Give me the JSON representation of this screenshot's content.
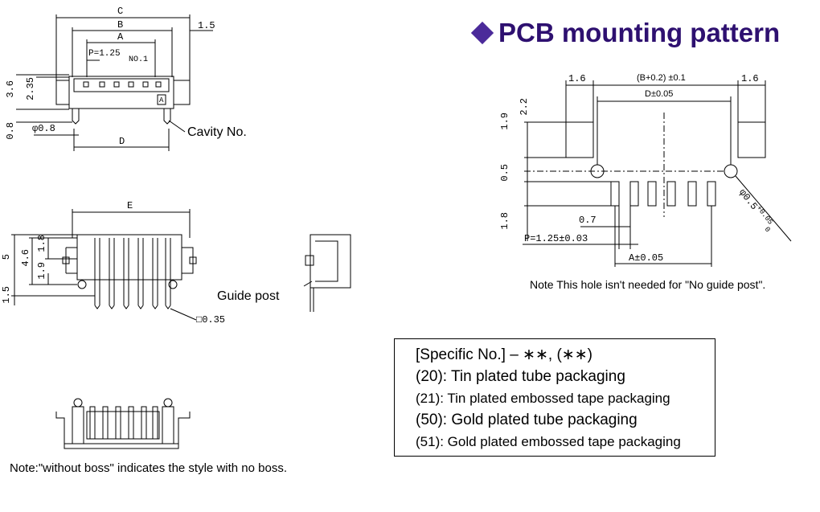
{
  "heading": {
    "text": "PCB mounting pattern",
    "color": "#2e1070",
    "bullet": "diamond-icon"
  },
  "front_view": {
    "labels": {
      "C": "C",
      "B": "B",
      "A": "A",
      "D": "D",
      "pitch": "P=1.25",
      "no1": "NO.1",
      "cavity_mark": "A",
      "d1_5": "1.5",
      "d3_6": "3.6",
      "d2_35": "2.35",
      "d0_8": "0.8",
      "phi0_8": "φ0.8"
    },
    "cavity_callout": "Cavity No."
  },
  "side_view": {
    "labels": {
      "E": "E",
      "d5": "5",
      "d4_6": "4.6",
      "d1_8": "1.8",
      "d1_9": "1.9",
      "d1_5": "1.5",
      "pin": "□0.35"
    },
    "guide_post": "Guide post"
  },
  "pcb_pattern": {
    "labels": {
      "pad_left": "1.6",
      "pad_right": "1.6",
      "b_plus": "(B+0.2) ±0.1",
      "d_tol": "D±0.05",
      "d1_9": "1.9",
      "d2_2": "2.2",
      "d0_5": "0.5",
      "d1_8": "1.8",
      "d0_7": "0.7",
      "pitch": "P=1.25±0.03",
      "a_tol": "A±0.05",
      "hole": "φ0.5",
      "hole_tol": "+0.05",
      "hole_tol2": "0"
    },
    "note": "Note This hole isn't needed for \"No guide post\"."
  },
  "spec": {
    "title": "[Specific No.] – ∗∗, (∗∗)",
    "items": [
      "(20): Tin plated tube packaging",
      "(21): Tin plated embossed tape packaging",
      "(50): Gold plated tube packaging",
      "(51): Gold plated embossed tape packaging"
    ]
  },
  "bottom_note": "Note:\"without boss\" indicates the style with no boss."
}
